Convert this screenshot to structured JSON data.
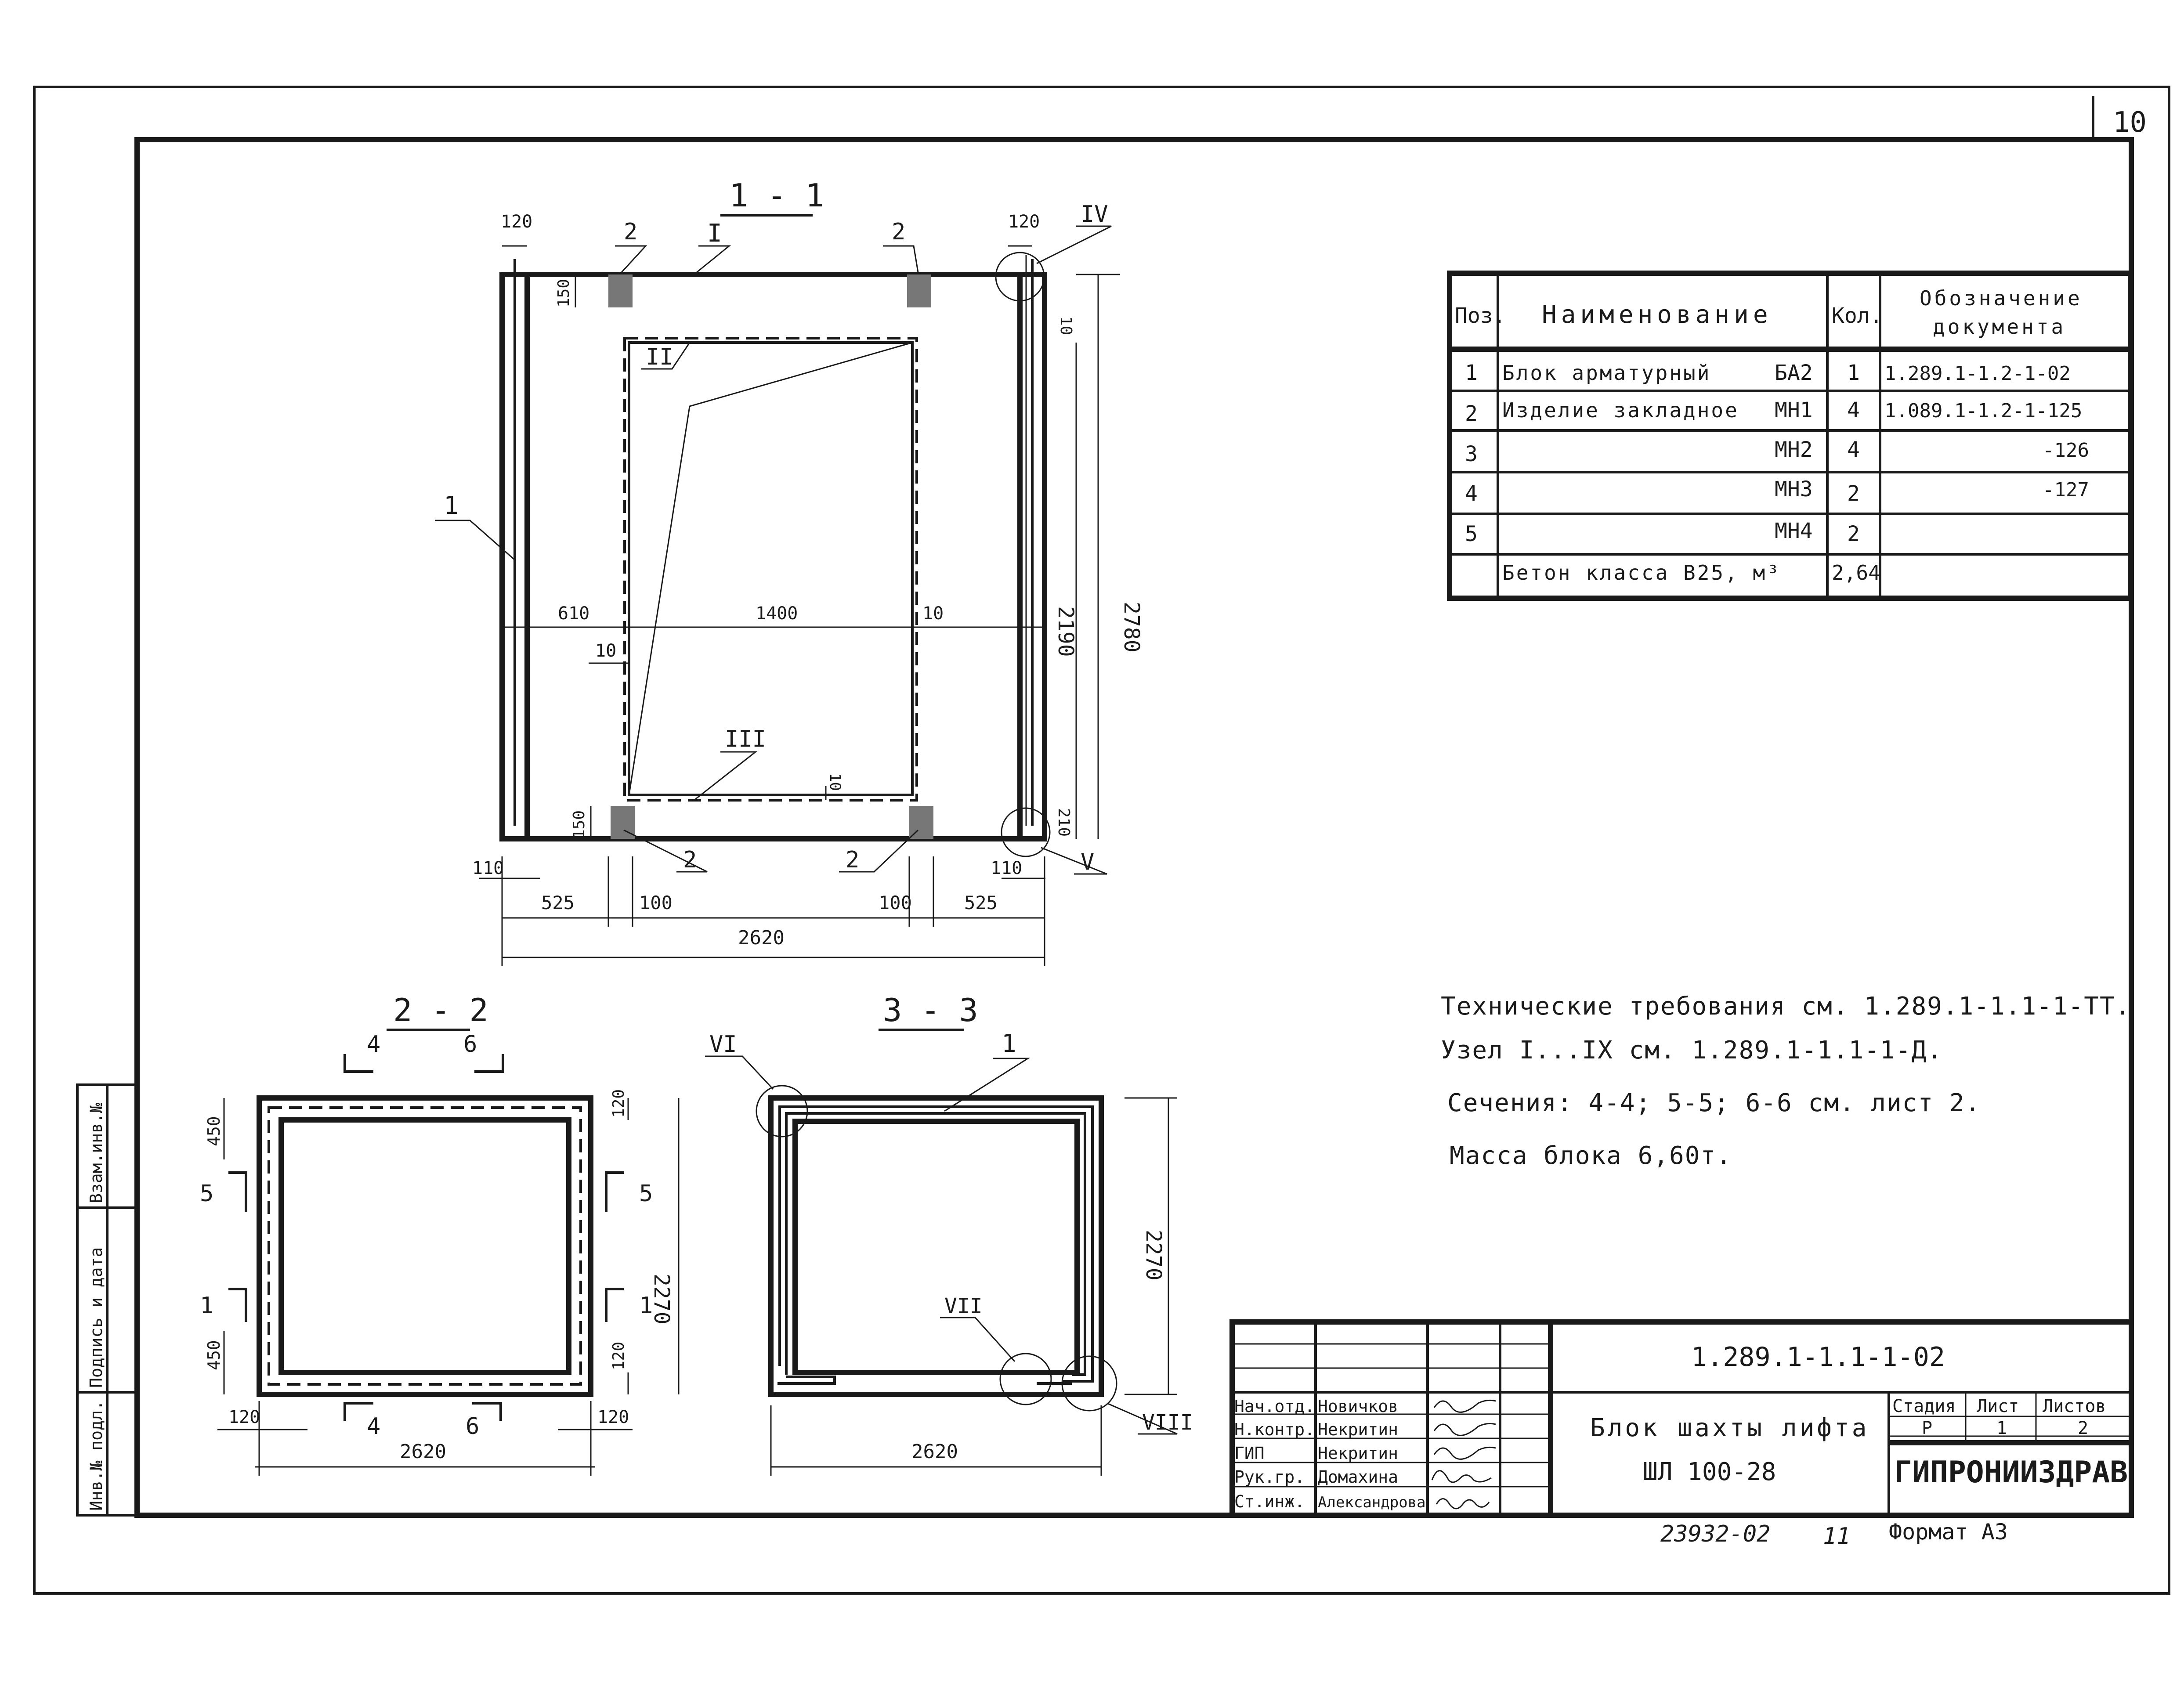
{
  "sheet": {
    "number": "10",
    "format": "Формат А3",
    "archive_no": "23932-02",
    "page_mark": "11"
  },
  "side_stamp": {
    "inv_podl": "Инв.№ подл.",
    "sign_date": "Подпись и дата",
    "vzam_inv": "Взам.инв.№"
  },
  "section_1_1": {
    "title": "1 - 1",
    "dims": {
      "d120_left": "120",
      "d120_right": "120",
      "d150_top": "150",
      "d150_bottom": "150",
      "d10_top_right": "10",
      "d2190": "2190",
      "d2780": "2780",
      "d610": "610",
      "d1400": "1400",
      "d10_mid_right": "10",
      "d10_mid_left": "10",
      "d10_bottom": "10",
      "d210": "210",
      "d110_left": "110",
      "d110_right": "110",
      "d525_left": "525",
      "d100_left": "100",
      "d100_right": "100",
      "d525_right": "525",
      "d2620": "2620"
    },
    "callouts": {
      "pos2_top_left": "2",
      "pos2_top_right": "2",
      "pos2_bottom_left": "2",
      "pos2_bottom_right": "2",
      "pos1": "1",
      "node_I": "I",
      "node_II": "II",
      "node_III": "III",
      "node_IV": "IV",
      "node_V": "V"
    }
  },
  "section_2_2": {
    "title": "2 - 2",
    "dims": {
      "d450_top": "450",
      "d450_bottom": "450",
      "d120_tr": "120",
      "d120_br": "120",
      "d2270": "2270",
      "d120_bl": "120",
      "d120_b_right": "120",
      "d2620": "2620"
    },
    "cuts": {
      "cut4_top": "4",
      "cut6_top": "6",
      "cut4_bottom": "4",
      "cut6_bottom": "6",
      "cut5_left": "5",
      "cut5_right": "5",
      "cut1_left": "1",
      "cut1_right": "1"
    }
  },
  "section_3_3": {
    "title": "3 - 3",
    "dims": {
      "d2270": "2270",
      "d2620": "2620"
    },
    "callouts": {
      "pos1": "1",
      "node_VI": "VI",
      "node_VII": "VII",
      "node_VIII": "VIII"
    }
  },
  "spec_table": {
    "headers": {
      "pos": "Поз.",
      "name": "Наименование",
      "qty": "Кол.",
      "doc_line1": "Обозначение",
      "doc_line2": "документа"
    },
    "rows": [
      {
        "pos": "1",
        "name": "Блок арматурный",
        "mark": "БА2",
        "qty": "1",
        "doc": "1.289.1-1.2-1-02"
      },
      {
        "pos": "2",
        "name": "Изделие закладное",
        "mark": "МН1",
        "qty": "4",
        "doc": "1.089.1-1.2-1-125"
      },
      {
        "pos": "3",
        "name": "",
        "mark": "МН2",
        "qty": "4",
        "doc": "-126"
      },
      {
        "pos": "4",
        "name": "",
        "mark": "МН3",
        "qty": "2",
        "doc": "-127"
      },
      {
        "pos": "5",
        "name": "",
        "mark": "МН4",
        "qty": "2",
        "doc": ""
      },
      {
        "pos": "",
        "name": "Бетон класса В25, м³",
        "mark": "",
        "qty": "2,64",
        "doc": ""
      }
    ]
  },
  "notes": {
    "line1": "Технические требования см. 1.289.1-1.1-1-ТТ.",
    "line2": "Узел I...IX см. 1.289.1-1.1-1-Д.",
    "line3": "Сечения: 4-4; 5-5; 6-6 см. лист 2.",
    "line4": "Масса блока 6,60т."
  },
  "title_block": {
    "code": "1.289.1-1.1-1-02",
    "name_line1": "Блок шахты лифта",
    "name_line2": "ШЛ 100-28",
    "stage_label": "Стадия",
    "sheet_label": "Лист",
    "sheets_label": "Листов",
    "stage_value": "Р",
    "sheet_value": "1",
    "sheets_value": "2",
    "org": "ГИПРОНИИЗДРАВ",
    "roles": [
      {
        "role": "Нач.отд.",
        "name": "Новичков"
      },
      {
        "role": "Н.контр.",
        "name": "Некритин"
      },
      {
        "role": "ГИП",
        "name": "Некритин"
      },
      {
        "role": "Рук.гр.",
        "name": "Домахина"
      },
      {
        "role": "Ст.инж.",
        "name": "Александрова"
      }
    ]
  }
}
